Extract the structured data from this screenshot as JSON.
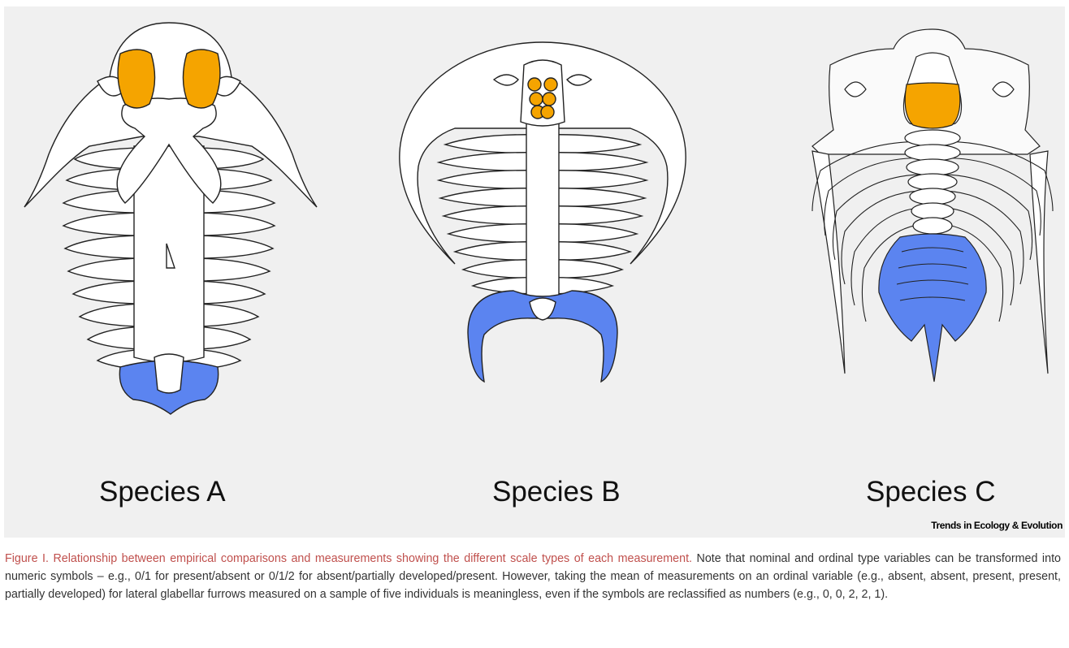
{
  "figure": {
    "labels": [
      "Species A",
      "Species B",
      "Species C"
    ],
    "journal": "Trends in Ecology & Evolution",
    "caption_title": "Figure I. Relationship between empirical comparisons and measurements showing the different scale types of each measurement.",
    "caption_body": "Note that nominal and ordinal type variables can be transformed into numeric symbols – e.g., 0/1 for present/absent or 0/1/2 for absent/partially developed/present. However, taking the mean of measurements on an ordinal variable (e.g., absent, absent, present, present, partially developed) for lateral glabellar furrows measured on a sample of five individuals is meaningless, even if the symbols are reclassified as numbers (e.g., 0, 0, 2, 2, 1)."
  },
  "colors": {
    "highlight_orange": "#f5a400",
    "highlight_blue": "#5b84f0",
    "outline": "#222222",
    "caption_title": "#c0504d"
  }
}
